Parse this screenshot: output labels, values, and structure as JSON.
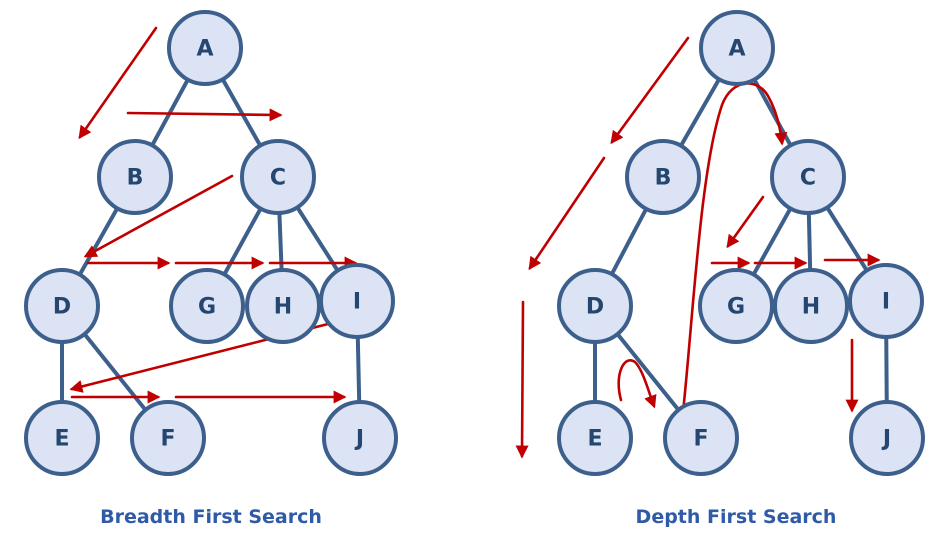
{
  "captions": {
    "bfs": "Breadth First Search",
    "dfs": "Depth First Search"
  },
  "colors": {
    "node_fill": "#dbe3f5",
    "node_stroke": "#3d5f8c",
    "node_text": "#24466f",
    "traversal_arrow": "#c00000",
    "caption": "#2f5aa8"
  },
  "graphs": [
    {
      "id": "bfs",
      "nodes": [
        "A",
        "B",
        "C",
        "D",
        "G",
        "H",
        "I",
        "E",
        "F",
        "J"
      ],
      "edges": [
        [
          "A",
          "B"
        ],
        [
          "A",
          "C"
        ],
        [
          "B",
          "D"
        ],
        [
          "C",
          "G"
        ],
        [
          "C",
          "H"
        ],
        [
          "C",
          "I"
        ],
        [
          "D",
          "E"
        ],
        [
          "D",
          "F"
        ],
        [
          "I",
          "J"
        ]
      ],
      "traversal_order": [
        "A",
        "B",
        "C",
        "D",
        "G",
        "H",
        "I",
        "E",
        "F",
        "J"
      ]
    },
    {
      "id": "dfs",
      "nodes": [
        "A",
        "B",
        "C",
        "D",
        "G",
        "H",
        "I",
        "E",
        "F",
        "J"
      ],
      "edges": [
        [
          "A",
          "B"
        ],
        [
          "A",
          "C"
        ],
        [
          "B",
          "D"
        ],
        [
          "C",
          "G"
        ],
        [
          "C",
          "H"
        ],
        [
          "C",
          "I"
        ],
        [
          "D",
          "E"
        ],
        [
          "D",
          "F"
        ],
        [
          "I",
          "J"
        ]
      ],
      "traversal_order": [
        "A",
        "B",
        "D",
        "E",
        "F",
        "C",
        "G",
        "H",
        "I",
        "J"
      ]
    }
  ]
}
